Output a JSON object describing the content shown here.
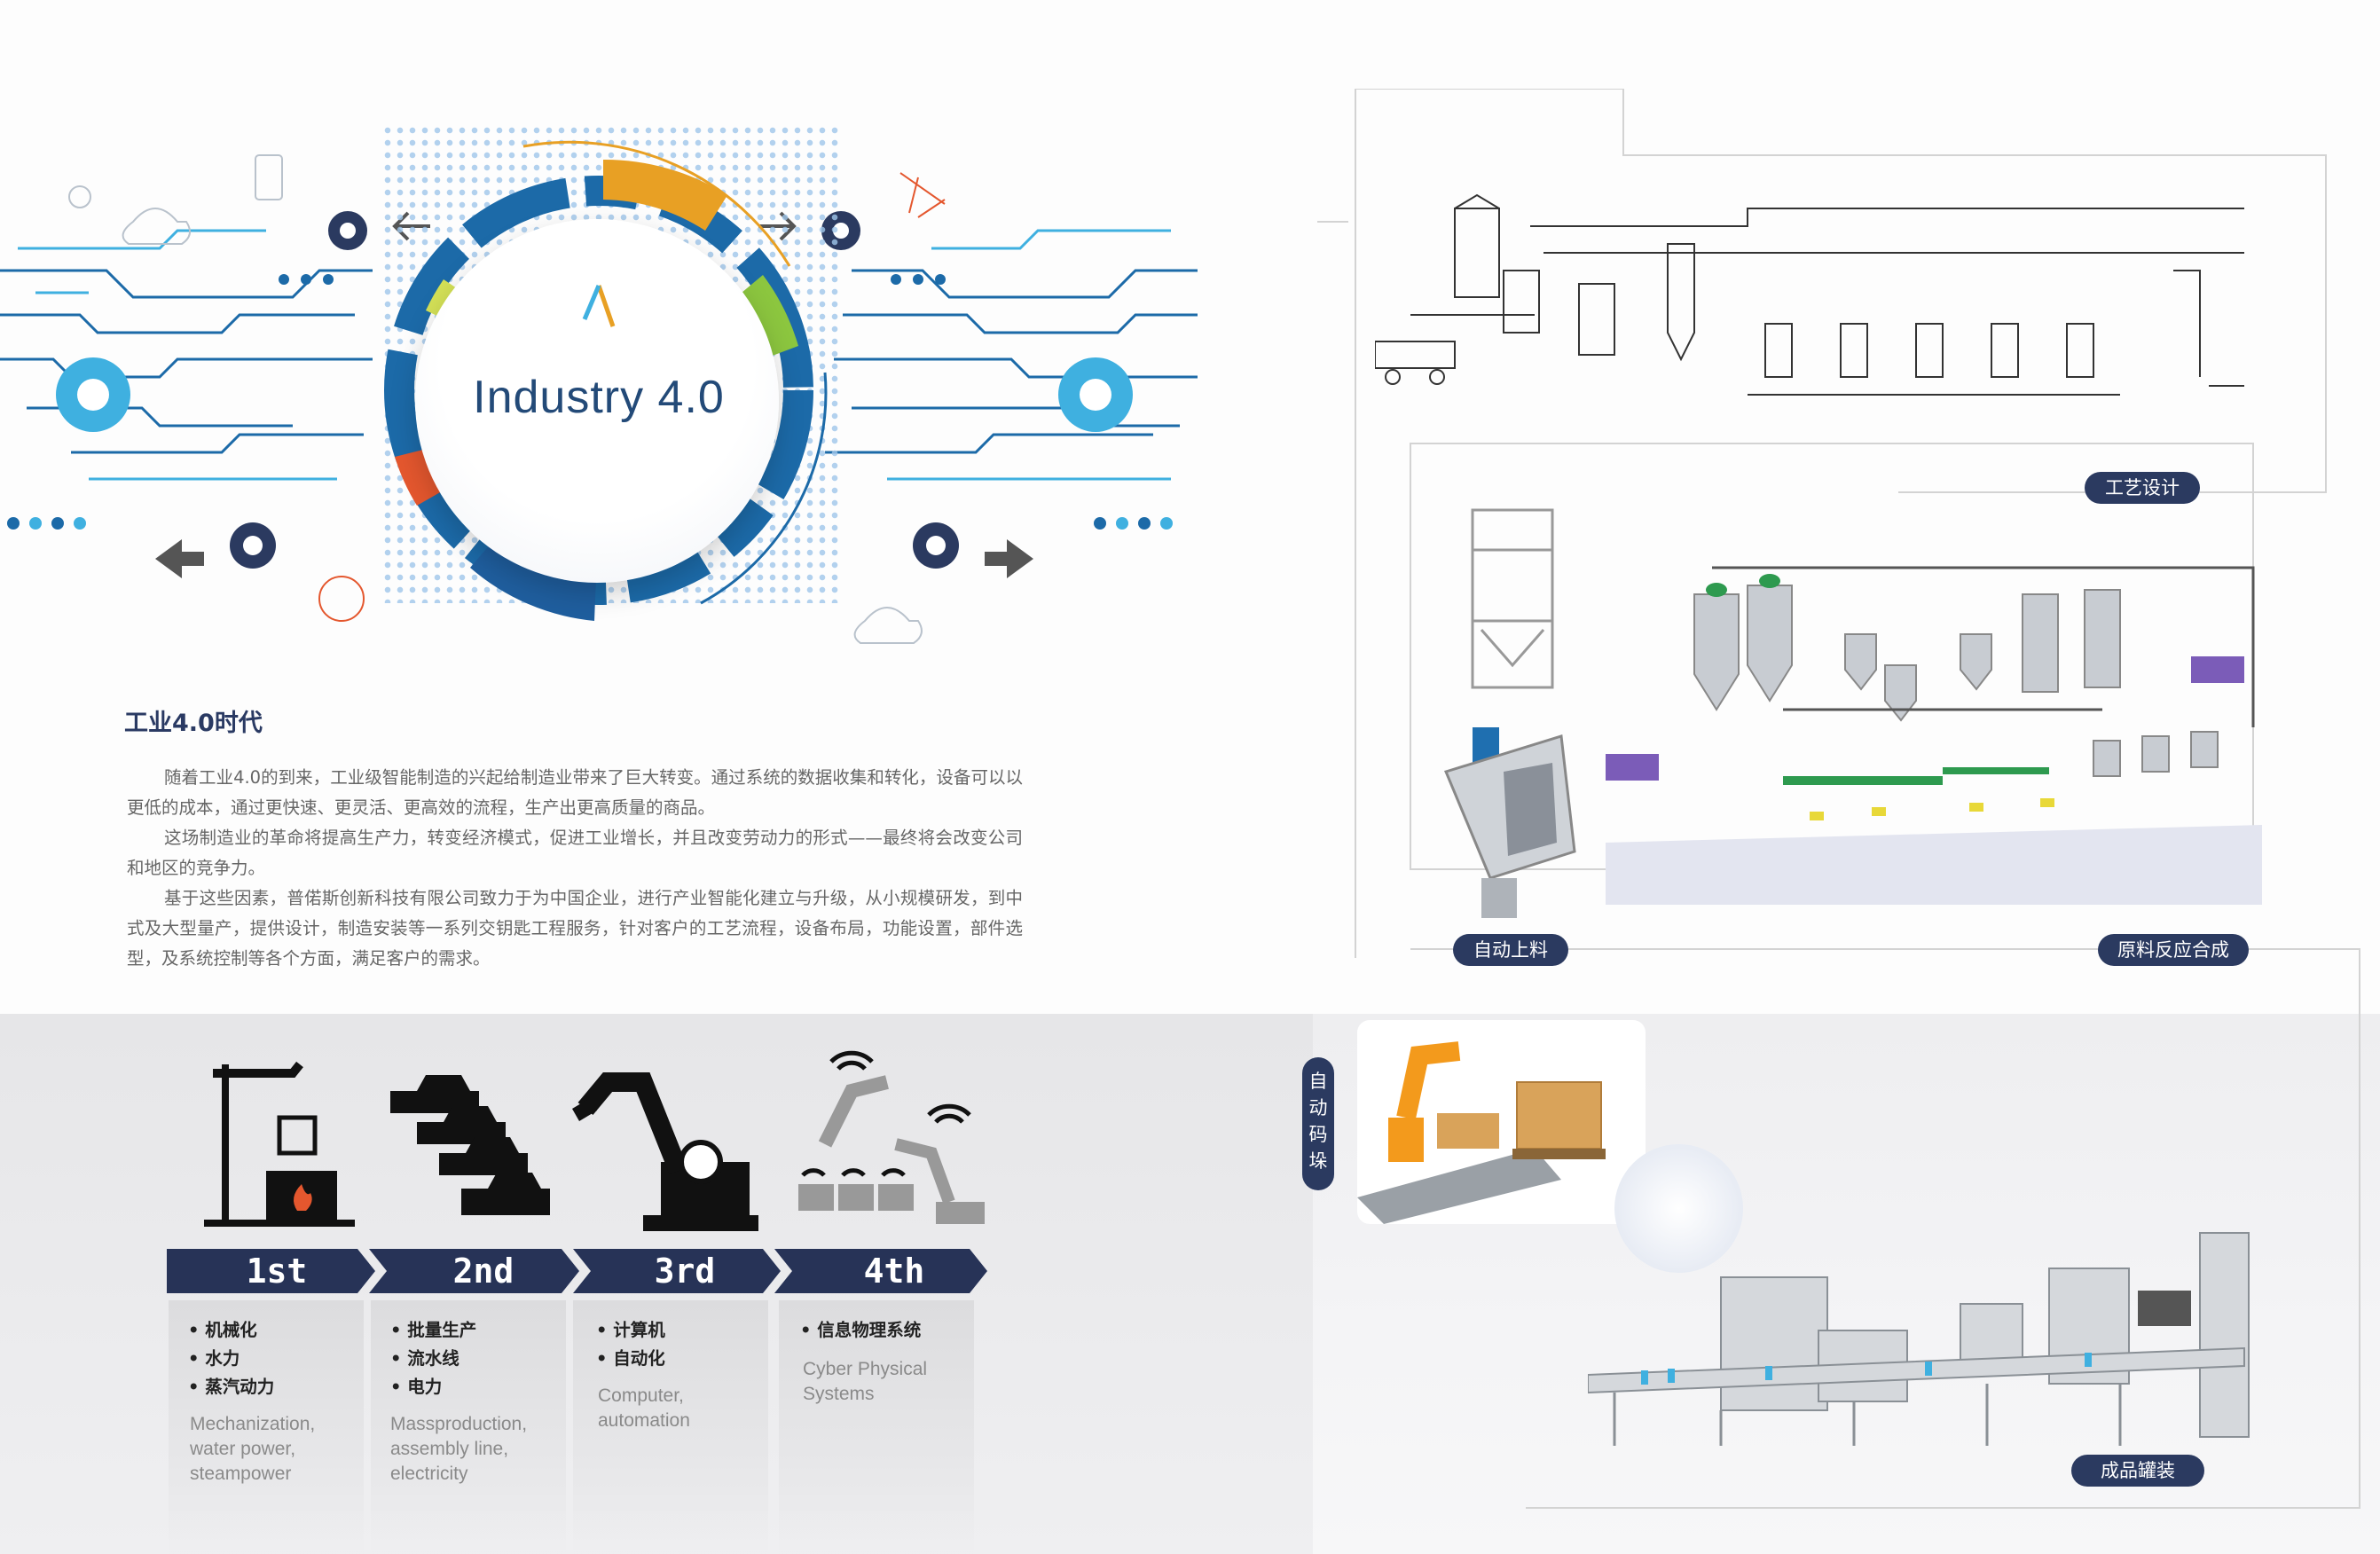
{
  "hero": {
    "title": "Industry 4.0"
  },
  "intro": {
    "heading": "工业4.0时代",
    "paragraphs": [
      "随着工业4.0的到来，工业级智能制造的兴起给制造业带来了巨大转变。通过系统的数据收集和转化，设备可以以更低的成本，通过更快速、更灵活、更高效的流程，生产出更高质量的商品。",
      "这场制造业的革命将提高生产力，转变经济模式，促进工业增长，并且改变劳动力的形式——最终将会改变公司和地区的竞争力。",
      "基于这些因素，普偌斯创新科技有限公司致力于为中国企业，进行产业智能化建立与升级，从小规模研发，到中式及大型量产，提供设计，制造安装等一系列交钥匙工程服务，针对客户的工艺流程，设备布局，功能设置，部件选型，及系统控制等各个方面，满足客户的需求。"
    ]
  },
  "eras": [
    {
      "label": "1st",
      "bullets": [
        "机械化",
        "水力",
        "蒸汽动力"
      ],
      "english": [
        "Mechanization,",
        "water power,",
        "steampower"
      ]
    },
    {
      "label": "2nd",
      "bullets": [
        "批量生产",
        "流水线",
        "电力"
      ],
      "english": [
        "Massproduction,",
        "assembly line,",
        "electricity"
      ]
    },
    {
      "label": "3rd",
      "bullets": [
        "计算机",
        "自动化"
      ],
      "english": [
        "Computer,",
        "automation"
      ]
    },
    {
      "label": "4th",
      "bullets": [
        "信息物理系统"
      ],
      "english": [
        "Cyber Physical",
        "Systems"
      ]
    }
  ],
  "process": {
    "design": "工艺设计",
    "feeding": "自动上料",
    "reaction": "原料反应合成",
    "palletizing": "自动码垛",
    "filling": "成品罐装"
  },
  "colors": {
    "navy": "#2b3a60",
    "blue": "#1f6fb0",
    "cyan": "#3fb0e0",
    "orange": "#e8a024",
    "green": "#8cc63f",
    "red": "#e4572e"
  }
}
